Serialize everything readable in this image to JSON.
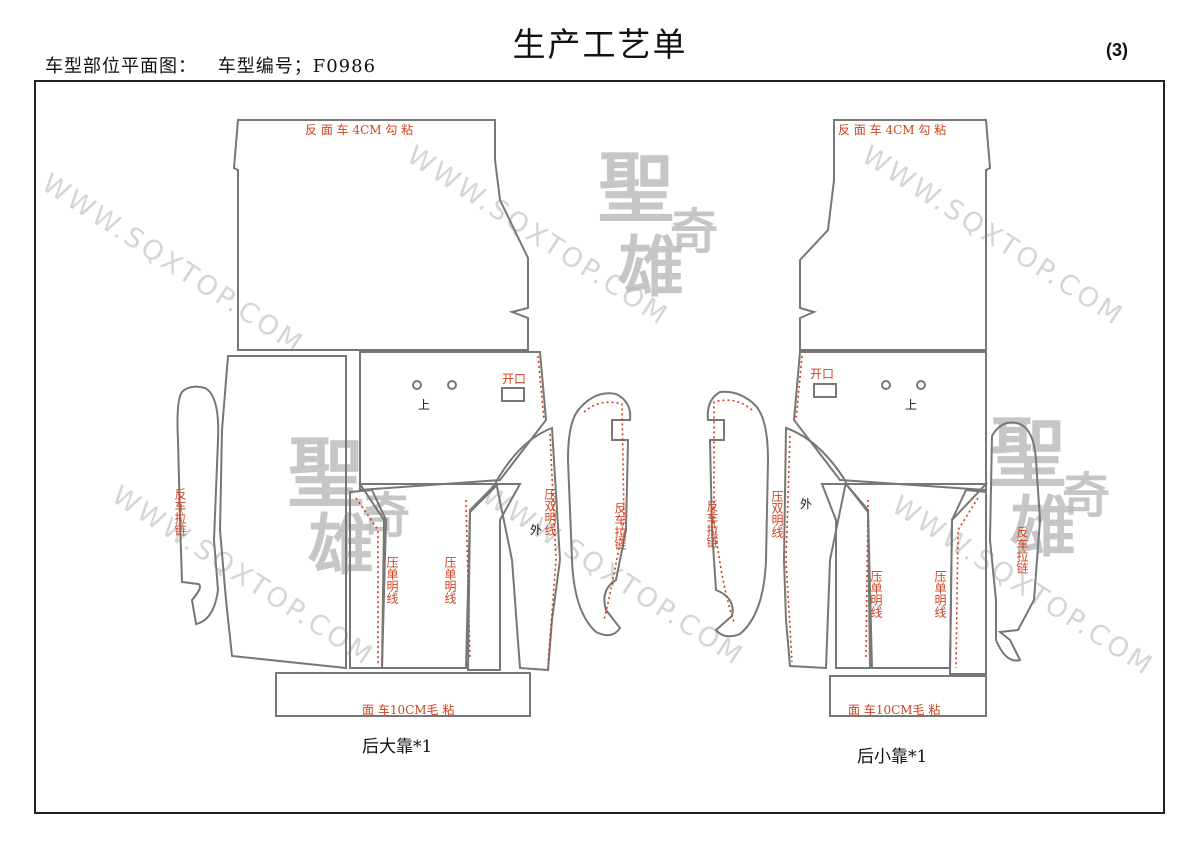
{
  "header": {
    "left_label": "车型部位平面图：",
    "model_label": "车型编号；F0986",
    "title": "生产工艺单",
    "page_number": "(3)"
  },
  "left_piece": {
    "top_panel_note": "反 面 车 4CM  勾 粘",
    "side_strip_note": "反车拉链",
    "opening_label": "开口",
    "up_label": "上",
    "single_stitch_1": "压单明线",
    "single_stitch_2": "压单明线",
    "double_stitch": "压双明线",
    "outside_label": "外",
    "right_strip_note": "反车拉链",
    "bottom_note": "面  车10CM毛   粘",
    "caption": "后大靠*1"
  },
  "right_piece": {
    "top_panel_note": "反 面 车 4CM  勾 粘",
    "side_strip_note": "反车拉链",
    "opening_label": "开口",
    "up_label": "上",
    "single_stitch_1": "压单明线",
    "single_stitch_2": "压单明线",
    "double_stitch": "压双明线",
    "outside_label": "外",
    "right_strip_note": "反车拉链",
    "bottom_note": "面  车10CM毛   粘",
    "caption": "后小靠*1"
  },
  "watermark": {
    "url": "WWW.SQXTOP.COM",
    "logo_char_1": "聖",
    "logo_char_2": "奇",
    "logo_char_3": "雄"
  },
  "colors": {
    "stitch": "#d43a1c",
    "note_text": "#d0421f",
    "outline": "#777777"
  }
}
